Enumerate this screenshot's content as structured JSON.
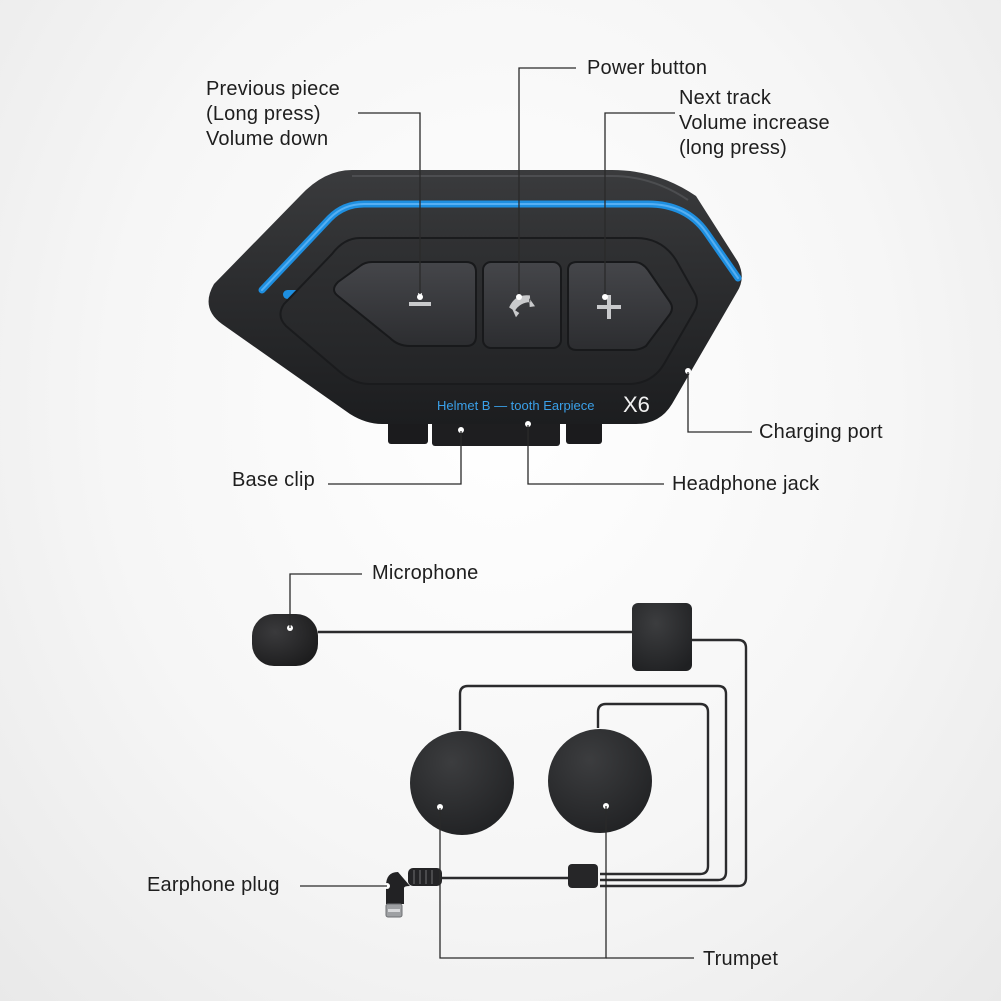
{
  "device": {
    "brand_text": "Helmet B — tooth Earpiece",
    "model_text": "X6"
  },
  "callouts": {
    "previous": [
      "Previous piece",
      "(Long press)",
      "Volume down"
    ],
    "power": "Power button",
    "next": [
      "Next track",
      "Volume increase",
      "(long press)"
    ],
    "charging_port": "Charging port",
    "base_clip": "Base clip",
    "headphone_jack": "Headphone jack",
    "microphone": "Microphone",
    "earphone_plug": "Earphone plug",
    "trumpet": "Trumpet"
  },
  "colors": {
    "accent": "#1e8fe0",
    "body": "#2b2c2e",
    "line": "#2a2a2a"
  },
  "icons": {
    "minus_button": "minus-icon",
    "power_button": "phone-icon",
    "plus_button": "plus-icon"
  }
}
